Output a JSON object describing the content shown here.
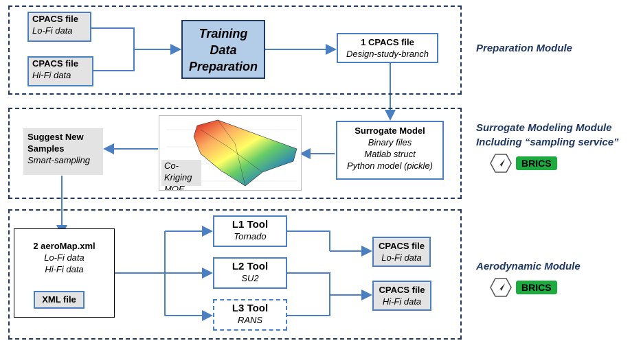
{
  "preparation": {
    "label": "Preparation Module",
    "lofi_box": {
      "title": "CPACS file",
      "sub": "Lo-Fi data"
    },
    "hifi_box": {
      "title": "CPACS file",
      "sub": "Hi-Fi data"
    },
    "training_box": {
      "line1": "Training",
      "line2": "Data",
      "line3": "Preparation"
    },
    "design_box": {
      "title": "1 CPACS file",
      "sub": "Design-study-branch"
    }
  },
  "surrogate": {
    "label_line1": "Surrogate Modeling Module",
    "label_line2": "Including “sampling service”",
    "brics": "BRICS",
    "suggest_box": {
      "title_line1": "Suggest New",
      "title_line2": "Samples",
      "sub": "Smart-sampling"
    },
    "plot_caption_line1": "Co-Kriging",
    "plot_caption_line2": "MOE",
    "model_box": {
      "title": "Surrogate Model",
      "line1": "Binary files",
      "line2": "Matlab struct",
      "line3": "Python model (pickle)"
    }
  },
  "aero": {
    "label": "Aerodynamic Module",
    "brics": "BRICS",
    "aeromap_box": {
      "title": "2 aeroMap.xml",
      "line1": "Lo-Fi data",
      "line2": "Hi-Fi data"
    },
    "xml_box": {
      "title": "XML file"
    },
    "l1": {
      "title": "L1 Tool",
      "sub": "Tornado"
    },
    "l2": {
      "title": "L2 Tool",
      "sub": "SU2"
    },
    "l3": {
      "title": "L3 Tool",
      "sub": "RANS"
    },
    "out_lofi": {
      "title": "CPACS file",
      "sub": "Lo-Fi data"
    },
    "out_hifi": {
      "title": "CPACS file",
      "sub": "Hi-Fi data"
    }
  },
  "colors": {
    "accent": "#4a7fc1",
    "module_border": "#1f3864",
    "brics_green": "#1daa3f",
    "grey_fill": "#e3e3e3"
  }
}
